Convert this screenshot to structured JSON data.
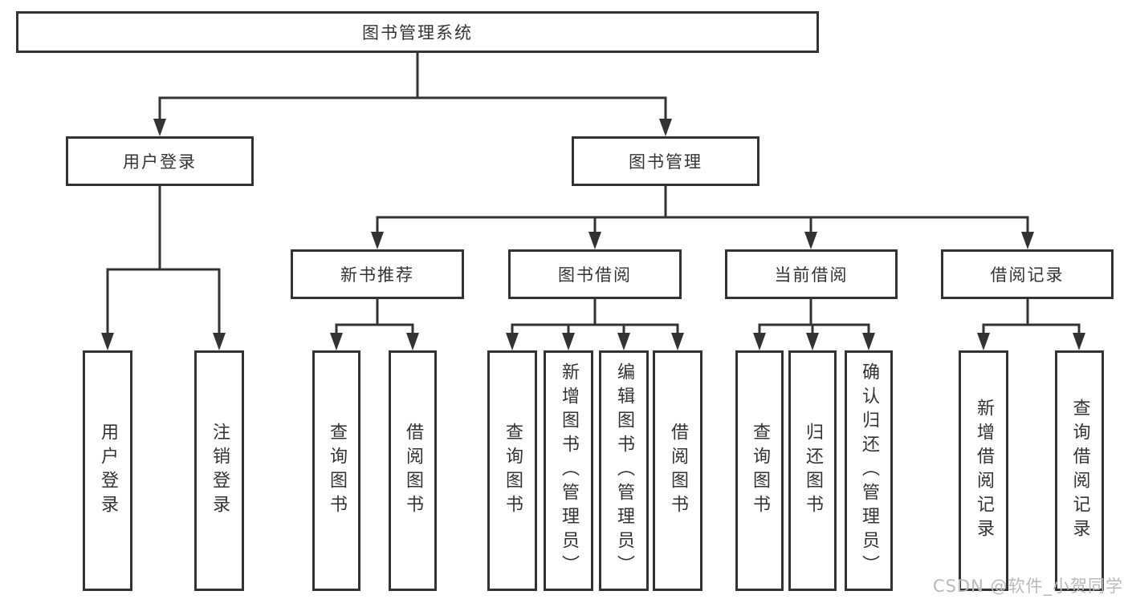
{
  "diagram": {
    "root": {
      "label": "图书管理系统",
      "children": [
        {
          "label": "用户登录",
          "children": [
            {
              "label": "用户登录"
            },
            {
              "label": "注销登录"
            }
          ]
        },
        {
          "label": "图书管理",
          "children": [
            {
              "label": "新书推荐",
              "children": [
                {
                  "label": "查询图书"
                },
                {
                  "label": "借阅图书"
                }
              ]
            },
            {
              "label": "图书借阅",
              "children": [
                {
                  "label": "查询图书"
                },
                {
                  "label": "新增图书（管理员）"
                },
                {
                  "label": "编辑图书（管理员）"
                },
                {
                  "label": "借阅图书"
                }
              ]
            },
            {
              "label": "当前借阅",
              "children": [
                {
                  "label": "查询图书"
                },
                {
                  "label": "归还图书"
                },
                {
                  "label": "确认归还（管理员）"
                }
              ]
            },
            {
              "label": "借阅记录",
              "children": [
                {
                  "label": "新增借阅记录"
                },
                {
                  "label": "查询借阅记录"
                }
              ]
            }
          ]
        }
      ]
    },
    "watermark": "CSDN @软件_小贺同学",
    "palette": {
      "border": "#333333",
      "line": "#333333",
      "text": "#333333",
      "watermark_text": "#b7b9bb",
      "background": "#ffffff"
    }
  }
}
